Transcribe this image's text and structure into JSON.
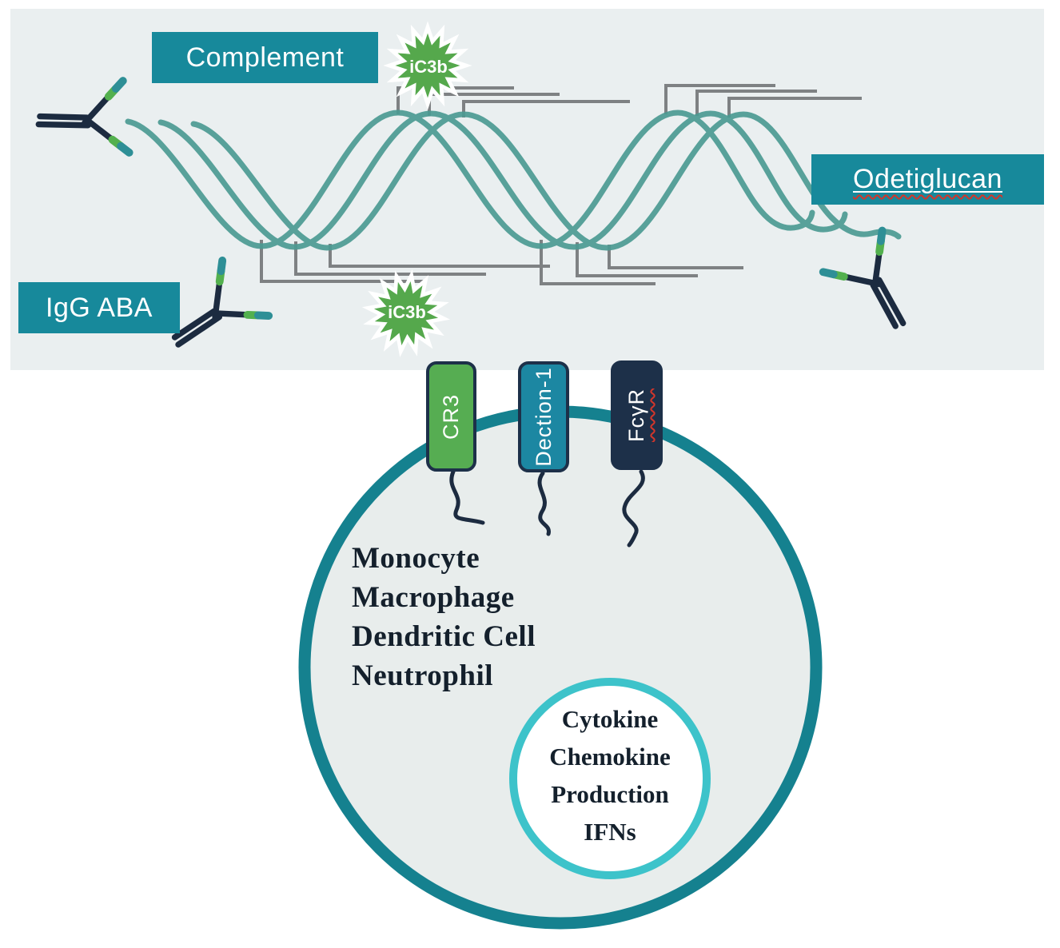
{
  "palette": {
    "label_teal": "#17899B",
    "star_green": "#55A84C",
    "wave_teal": "#4C9B93",
    "side_chain_gray": "#7E8183",
    "antibody_navy": "#1C2B40",
    "antibody_tip_green": "#53B04E",
    "antibody_tip_teal": "#2E8F96",
    "panel_bg": "#EAEFF0",
    "cell_fill": "#E8EDEC",
    "cell_ring": "#15818F",
    "inner_ring": "#3DC3CA",
    "receptor_cr3_bg": "#56AD52",
    "receptor_dectin_bg": "#1C87A2",
    "receptor_fcgr_bg": "#1D3049",
    "dark_text": "#14202C",
    "spellcheck_red": "#D2362B"
  },
  "labels": {
    "complement": "Complement",
    "odetiglucan": "Odetiglucan",
    "igg_aba": "IgG ABA",
    "ic3b_top": "iC3b",
    "ic3b_bottom": "iC3b"
  },
  "receptors": [
    {
      "label": "CR3"
    },
    {
      "label": "Dection-1"
    },
    {
      "label": "FcγR"
    }
  ],
  "cell": {
    "types": [
      "Monocyte",
      "Macrophage",
      "Dendritic Cell",
      "Neutrophil"
    ],
    "outputs": [
      "Cytokine",
      "Chemokine",
      "Production",
      "IFNs"
    ]
  }
}
